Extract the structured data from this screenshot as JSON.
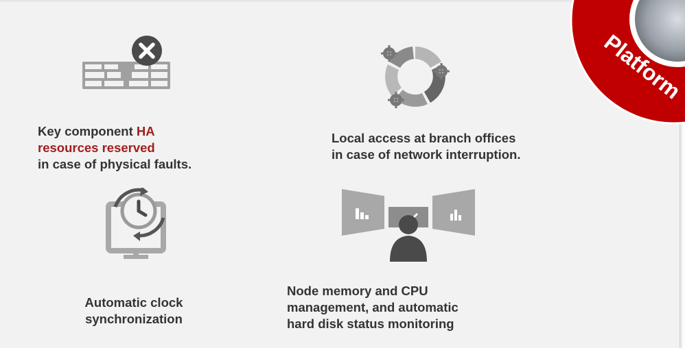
{
  "features": {
    "ha": {
      "line1_pre": "Key component ",
      "line1_accent": "HA",
      "line2_accent": "resources reserved",
      "line3": "in case of physical faults."
    },
    "branch": {
      "line1": "Local access at branch offices",
      "line2": "in case of network interruption."
    },
    "clock": {
      "line1": "Automatic clock",
      "line2": "synchronization"
    },
    "monitor": {
      "line1": "Node memory and CPU",
      "line2": "management, and automatic",
      "line3": "hard disk status monitoring"
    }
  },
  "badge": {
    "label": "Platform",
    "color": "#c00000"
  },
  "colors": {
    "accent": "#a31d1d",
    "icon_gray": "#9b9b9b",
    "dark_gray": "#555555"
  },
  "icons": [
    "server-rack-fault-icon",
    "ring-gears-icon",
    "clock-sync-monitor-icon",
    "user-dashboard-icon"
  ]
}
